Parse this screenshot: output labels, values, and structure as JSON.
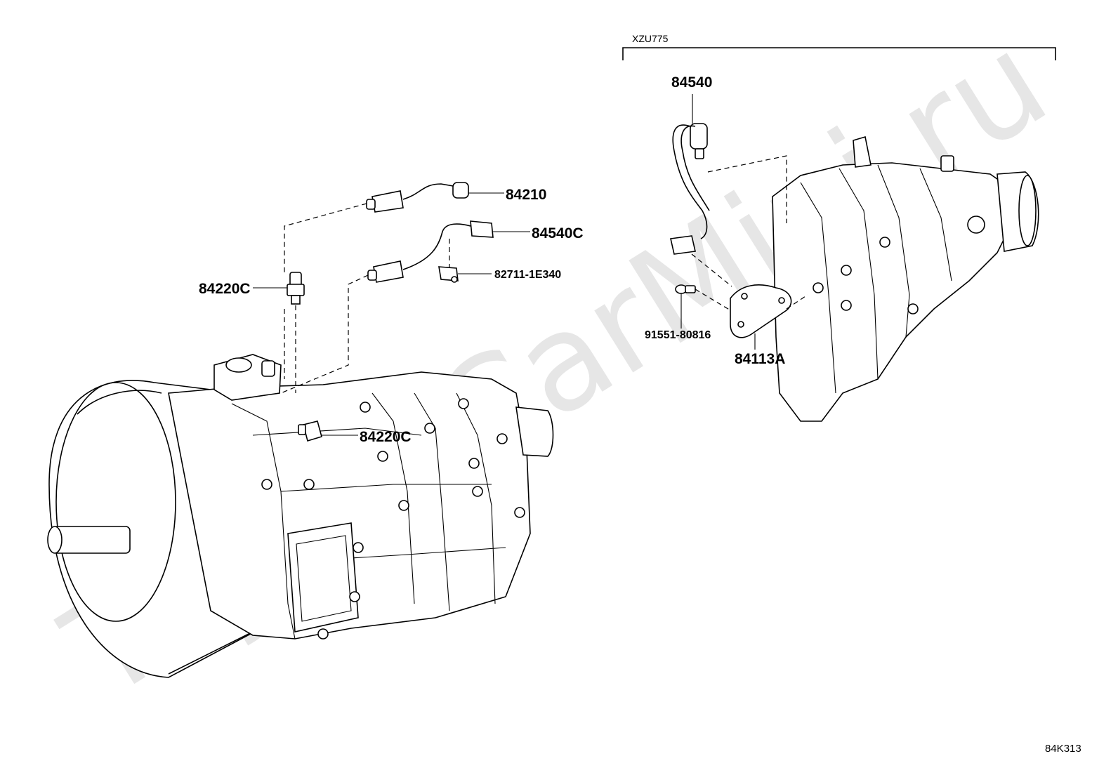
{
  "diagram": {
    "watermark": "ToyotaCarMini.ru",
    "variant_label": "XZU775",
    "figure_ref": "84K313",
    "callouts": [
      {
        "id": "84210",
        "label": "84210"
      },
      {
        "id": "84540C",
        "label": "84540C"
      },
      {
        "id": "82711-1E340",
        "label": "82711-1E340"
      },
      {
        "id": "84220C-upper",
        "label": "84220C"
      },
      {
        "id": "84220C-lower",
        "label": "84220C"
      },
      {
        "id": "84540",
        "label": "84540"
      },
      {
        "id": "91551-80816",
        "label": "91551-80816"
      },
      {
        "id": "84113A",
        "label": "84113A"
      }
    ]
  }
}
